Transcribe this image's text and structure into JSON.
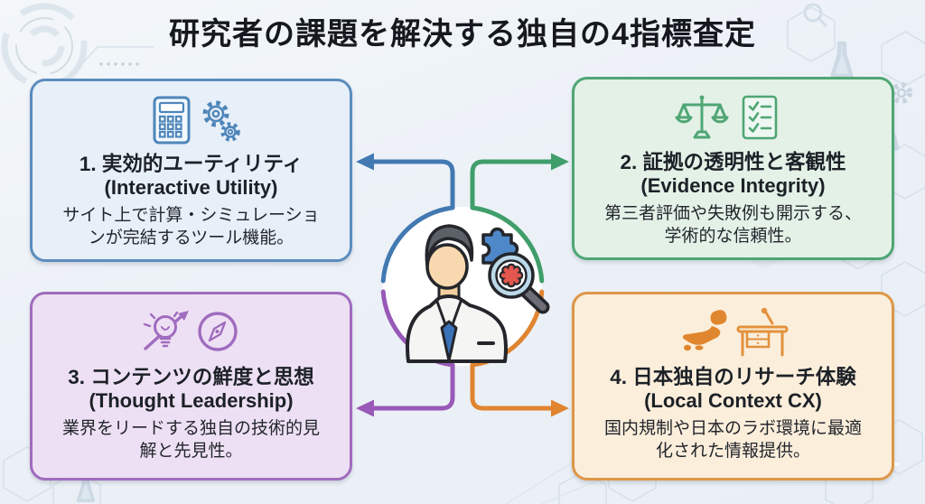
{
  "title": "研究者の課題を解決する独自の4指標査定",
  "center": {
    "icon": "researcher-magnifier-puzzle-icon"
  },
  "colors": {
    "title_color": "#15181e",
    "card1_accent": "#5b8dbe",
    "card1_bg": "#e7eff8",
    "card2_accent": "#4fa674",
    "card2_bg": "#e3f1e7",
    "card3_accent": "#a06cbe",
    "card3_bg": "#eee0f4",
    "card4_accent": "#dd9747",
    "card4_bg": "#fbeedb",
    "arrow_blue": "#4379b2",
    "arrow_green": "#3f9e6a",
    "arrow_purple": "#9859b8",
    "arrow_orange": "#e08430"
  },
  "cards": [
    {
      "id": "interactive-utility",
      "heading": "1. 実効的ユーティリティ",
      "subheading": "(Interactive Utility)",
      "body": "サイト上で計算・シミュレーションが完結するツール機能。",
      "icons": [
        "calculator-icon",
        "gears-icon"
      ]
    },
    {
      "id": "evidence-integrity",
      "heading": "2. 証拠の透明性と客観性",
      "subheading": "(Evidence Integrity)",
      "body": "第三者評価や失敗例も開示する、学術的な信頼性。",
      "icons": [
        "balance-scale-icon",
        "checklist-icon"
      ]
    },
    {
      "id": "thought-leadership",
      "heading": "3. コンテンツの鮮度と思想",
      "subheading": "(Thought Leadership)",
      "body": "業界をリードする独自の技術的見解と先見性。",
      "icons": [
        "idea-bulb-arrow-icon",
        "compass-icon"
      ]
    },
    {
      "id": "local-context-cx",
      "heading": "4. 日本独自のリサーチ体験",
      "subheading": "(Local Context CX)",
      "body": "国内規制や日本のラボ環境に最適化された情報提供。",
      "icons": [
        "japan-map-icon",
        "lab-desk-dropper-icon"
      ]
    }
  ]
}
